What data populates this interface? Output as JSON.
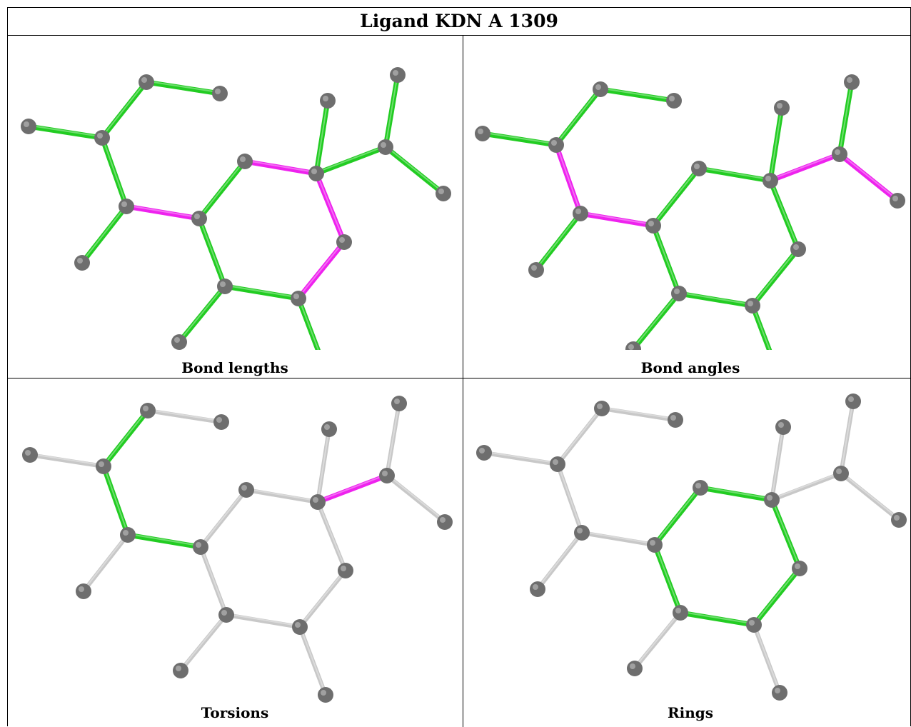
{
  "title": "Ligand KDN A 1309",
  "colors": {
    "highlight": "#ee22ee",
    "normal": "#22cc22",
    "inactive": "#c8c8c8",
    "atom": "#6e6e6e"
  },
  "atoms": [
    [
      "a1",
      194,
      65
    ],
    [
      "a2",
      297,
      81
    ],
    [
      "a3",
      29,
      127
    ],
    [
      "a4",
      132,
      143
    ],
    [
      "a5",
      448,
      91
    ],
    [
      "a6",
      546,
      55
    ],
    [
      "a7",
      332,
      176
    ],
    [
      "a8",
      432,
      193
    ],
    [
      "a9",
      529,
      156
    ],
    [
      "a10",
      610,
      221
    ],
    [
      "a11",
      166,
      239
    ],
    [
      "a12",
      268,
      256
    ],
    [
      "a13",
      471,
      289
    ],
    [
      "a14",
      104,
      318
    ],
    [
      "a15",
      304,
      351
    ],
    [
      "a16",
      407,
      368
    ],
    [
      "a17",
      240,
      429
    ],
    [
      "a18",
      443,
      463
    ]
  ],
  "bonds": [
    [
      "a1",
      "a2"
    ],
    [
      "a1",
      "a4"
    ],
    [
      "a3",
      "a4"
    ],
    [
      "a4",
      "a11"
    ],
    [
      "a11",
      "a12"
    ],
    [
      "a11",
      "a14"
    ],
    [
      "a12",
      "a7"
    ],
    [
      "a7",
      "a8"
    ],
    [
      "a8",
      "a5"
    ],
    [
      "a8",
      "a9"
    ],
    [
      "a9",
      "a6"
    ],
    [
      "a9",
      "a10"
    ],
    [
      "a8",
      "a13"
    ],
    [
      "a13",
      "a16"
    ],
    [
      "a16",
      "a15"
    ],
    [
      "a15",
      "a12"
    ],
    [
      "a15",
      "a17"
    ],
    [
      "a16",
      "a18"
    ]
  ],
  "panels": [
    {
      "caption": "Bond lengths",
      "default_state": "normal",
      "states": {
        "a11-a12": "highlight",
        "a7-a8": "highlight",
        "a8-a13": "highlight",
        "a13-a16": "highlight"
      }
    },
    {
      "caption": "Bond angles",
      "default_state": "normal",
      "states": {
        "a4-a11": "highlight",
        "a11-a12": "highlight",
        "a8-a9": "highlight",
        "a9-a10": "highlight"
      }
    },
    {
      "caption": "Torsions",
      "default_state": "inactive",
      "states": {
        "a1-a4": "normal",
        "a4-a11": "normal",
        "a11-a12": "normal",
        "a8-a9": "highlight"
      }
    },
    {
      "caption": "Rings",
      "default_state": "inactive",
      "states": {
        "a12-a7": "normal",
        "a7-a8": "normal",
        "a8-a13": "normal",
        "a13-a16": "normal",
        "a16-a15": "normal",
        "a15-a12": "normal"
      }
    }
  ]
}
